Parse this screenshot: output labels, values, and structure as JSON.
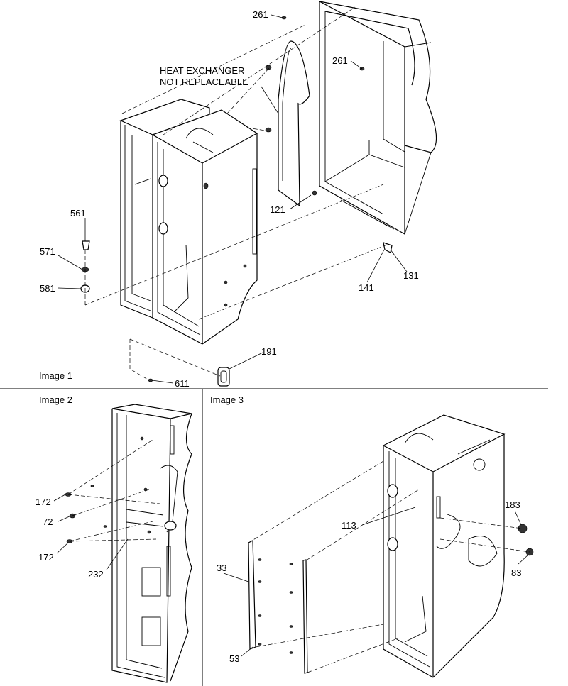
{
  "panels": {
    "image1": "Image 1",
    "image2": "Image 2",
    "image3": "Image 3"
  },
  "note": {
    "line1": "HEAT EXCHANGER",
    "line2": "NOT REPLACEABLE"
  },
  "callouts": {
    "p261a": "261",
    "p261b": "261",
    "p121": "121",
    "p141": "141",
    "p131": "131",
    "p561": "561",
    "p571": "571",
    "p581": "581",
    "p191": "191",
    "p611": "611",
    "p172a": "172",
    "p72": "72",
    "p172b": "172",
    "p232": "232",
    "p33": "33",
    "p53": "53",
    "p113": "113",
    "p183": "183",
    "p83": "83"
  }
}
